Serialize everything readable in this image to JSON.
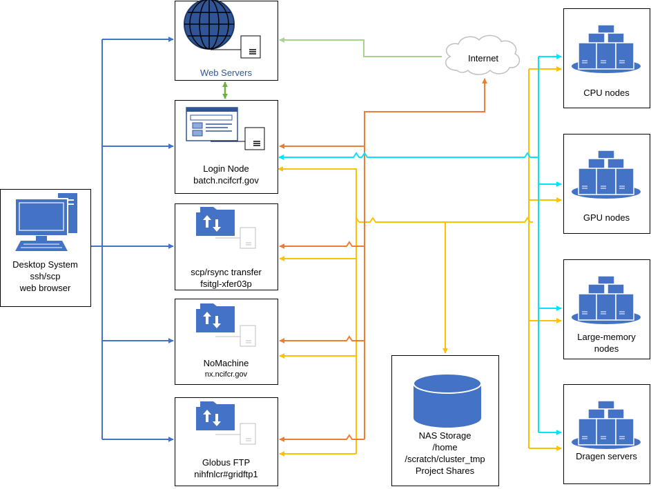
{
  "colors": {
    "blue": "#4472c4",
    "orange": "#ed7d31",
    "yellow": "#ffc000",
    "cyan": "#00e5ff",
    "green": "#70ad47",
    "light_green": "#a9d18e",
    "icon_blue": "#4472c4",
    "icon_pale": "#8faadc"
  },
  "nodes": {
    "desktop": {
      "lines": [
        "Desktop System",
        "ssh/scp",
        "web browser"
      ],
      "icon": "desktop-computer-icon"
    },
    "web_servers": {
      "lines": [
        "Web Servers"
      ],
      "icon": "globe-icon"
    },
    "login_node": {
      "lines": [
        "Login Node",
        "batch.ncifcrf.gov"
      ],
      "icon": "application-window-icon"
    },
    "scp_transfer": {
      "lines": [
        "scp/rsync transfer",
        "fsitgl-xfer03p"
      ],
      "icon": "file-transfer-icon"
    },
    "nomachine": {
      "lines": [
        "NoMachine"
      ],
      "sub": "nx.ncifcr.gov",
      "icon": "file-transfer-icon"
    },
    "globus": {
      "lines": [
        "Globus FTP",
        "nihfnlcr#gridftp1"
      ],
      "icon": "file-transfer-icon"
    },
    "internet": {
      "lines": [
        "Internet"
      ],
      "icon": "cloud-icon"
    },
    "nas": {
      "lines": [
        "NAS Storage",
        "/home",
        "/scratch/cluster_tmp",
        "Project Shares"
      ],
      "icon": "database-icon"
    },
    "cpu": {
      "lines": [
        "CPU nodes"
      ],
      "icon": "server-cluster-icon"
    },
    "gpu": {
      "lines": [
        "GPU nodes"
      ],
      "icon": "server-cluster-icon"
    },
    "large_memory": {
      "lines": [
        "Large-memory",
        "nodes"
      ],
      "icon": "server-cluster-icon"
    },
    "dragen": {
      "lines": [
        "Dragen servers"
      ],
      "icon": "server-cluster-icon"
    }
  }
}
